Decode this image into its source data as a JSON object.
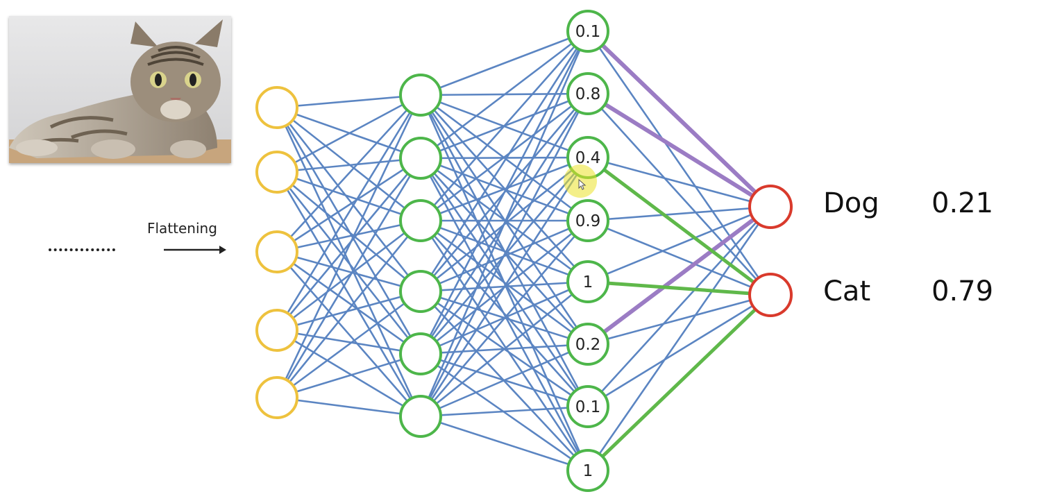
{
  "flatten_label": "Flattening",
  "hidden_values": [
    "0.1",
    "0.8",
    "0.4",
    "0.9",
    "1",
    "0.2",
    "0.1",
    "1"
  ],
  "outputs": [
    {
      "label": "Dog",
      "value": "0.21"
    },
    {
      "label": "Cat",
      "value": "0.79"
    }
  ],
  "colors": {
    "input_node": "#eec23e",
    "hidden_node": "#4db64a",
    "output_node": "#d93a2c",
    "edge": "#5b85c2",
    "dog_edge": "#9b7cc4",
    "cat_edge": "#5fb84a"
  },
  "icons": {
    "photo": "tabby-kitten-photo",
    "pointer": "mouse-pointer-icon"
  }
}
